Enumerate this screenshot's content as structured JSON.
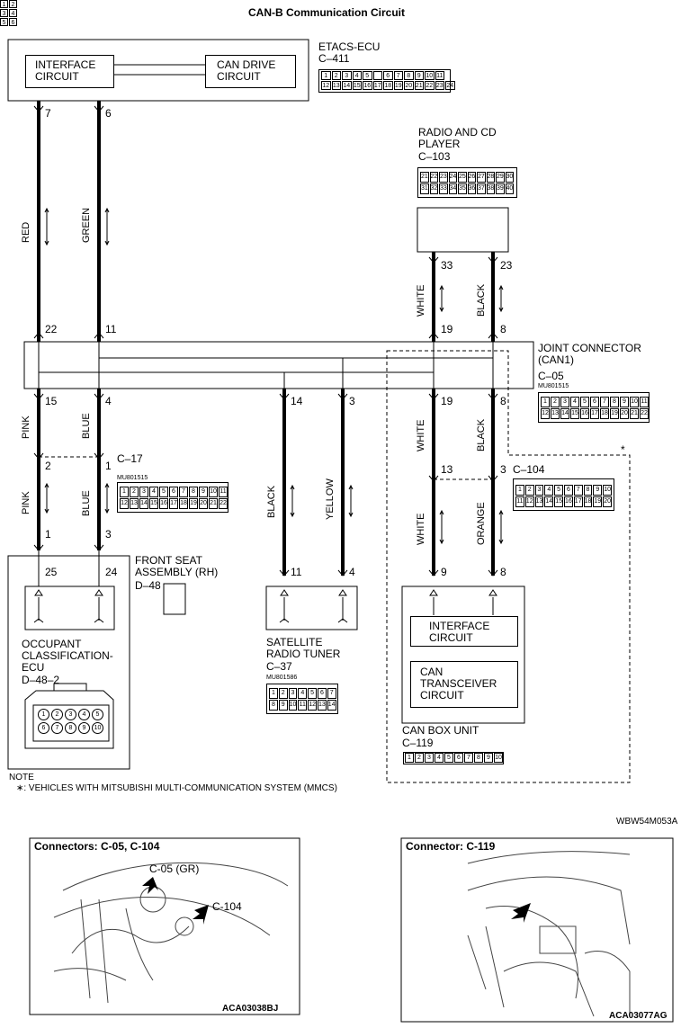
{
  "title": "CAN-B Communication Circuit",
  "etacs": {
    "name": "ETACS-ECU",
    "connector": "C–411",
    "interface": "INTERFACE CIRCUIT",
    "can_drive": "CAN DRIVE CIRCUIT",
    "pins_top": [
      "1",
      "2",
      "3",
      "4",
      "5",
      "",
      "6",
      "7",
      "8",
      "9",
      "10",
      "11"
    ],
    "pins_bottom": [
      "12",
      "13",
      "14",
      "15",
      "16",
      "17",
      "18",
      "19",
      "20",
      "21",
      "22",
      "23",
      "24"
    ]
  },
  "radio": {
    "name_line1": "RADIO AND CD",
    "name_line2": "PLAYER",
    "connector": "C–103",
    "pins_top": [
      "21",
      "22",
      "23",
      "24",
      "25",
      "26",
      "27",
      "28",
      "29",
      "30"
    ],
    "pins_bottom": [
      "31",
      "32",
      "33",
      "34",
      "35",
      "36",
      "37",
      "38",
      "39",
      "40"
    ]
  },
  "joint": {
    "line1": "JOINT CONNECTOR",
    "line2": "(CAN1)",
    "connector": "C–05",
    "part": "MU801515",
    "pins_top": [
      "1",
      "2",
      "3",
      "4",
      "5",
      "6",
      "7",
      "8",
      "9",
      "10",
      "11"
    ],
    "pins_bottom": [
      "12",
      "13",
      "14",
      "15",
      "16",
      "17",
      "18",
      "19",
      "20",
      "21",
      "22"
    ]
  },
  "c17": {
    "connector": "C–17",
    "part": "MU801515",
    "pins_top": [
      "1",
      "2",
      "3",
      "4",
      "5",
      "6",
      "7",
      "8",
      "9",
      "10",
      "11"
    ],
    "pins_bottom": [
      "12",
      "13",
      "14",
      "15",
      "16",
      "17",
      "18",
      "19",
      "20",
      "21",
      "22"
    ]
  },
  "c104": {
    "connector": "C–104",
    "pins_top": [
      "1",
      "2",
      "3",
      "4",
      "5",
      "6",
      "7",
      "8",
      "9",
      "10"
    ],
    "pins_bottom": [
      "11",
      "12",
      "13",
      "14",
      "15",
      "16",
      "17",
      "18",
      "19",
      "20"
    ]
  },
  "seat": {
    "line1": "FRONT SEAT",
    "line2": "ASSEMBLY (RH)",
    "connector": "D–48",
    "pins": [
      "1",
      "2",
      "3",
      "4",
      "5",
      "6"
    ]
  },
  "occupant": {
    "line1": "OCCUPANT",
    "line2": "CLASSIFICATION-",
    "line3": "ECU",
    "connector": "D–48–2",
    "pins_top": [
      "1",
      "2",
      "3",
      "4",
      "5"
    ],
    "pins_bottom": [
      "6",
      "7",
      "8",
      "9",
      "10"
    ]
  },
  "satellite": {
    "line1": "SATELLITE",
    "line2": "RADIO TUNER",
    "connector": "C–37",
    "part": "MU801586",
    "pins_top": [
      "1",
      "2",
      "3",
      "4",
      "5",
      "6",
      "7"
    ],
    "pins_bottom": [
      "8",
      "9",
      "10",
      "11",
      "12",
      "13",
      "14"
    ]
  },
  "canbox": {
    "name": "CAN BOX UNIT",
    "connector": "C–119",
    "interface": "INTERFACE CIRCUIT",
    "transceiver_l1": "CAN",
    "transceiver_l2": "TRANSCEIVER",
    "transceiver_l3": "CIRCUIT",
    "pins": [
      "1",
      "2",
      "3",
      "4",
      "5",
      "6",
      "7",
      "8",
      "9",
      "10"
    ]
  },
  "wires": {
    "pin7": "7",
    "pin6": "6",
    "red": "RED",
    "green": "GREEN",
    "pin22": "22",
    "pin11": "11",
    "pin33": "33",
    "pin23": "23",
    "white_r": "WHITE",
    "black_r": "BLACK",
    "pin19a": "19",
    "pin8a": "8",
    "pin15": "15",
    "pin4a": "4",
    "pin14": "14",
    "pin3a": "3",
    "pin19b": "19",
    "pin8b": "8",
    "pink1": "PINK",
    "blue1": "BLUE",
    "white2": "WHITE",
    "black2": "BLACK",
    "pin2": "2",
    "pin1a": "1",
    "pin13": "13",
    "pin3b": "3",
    "pink2": "PINK",
    "blue2": "BLUE",
    "black3": "BLACK",
    "yellow": "YELLOW",
    "white3": "WHITE",
    "orange": "ORANGE",
    "pin1b": "1",
    "pin3c": "3",
    "pin25": "25",
    "pin24": "24",
    "pin11b": "11",
    "pin4b": "4",
    "pin9": "9",
    "pin8c": "8",
    "star": "*"
  },
  "note": {
    "heading": "NOTE",
    "text": "∗: VEHICLES WITH MITSUBISHI MULTI-COMMUNICATION SYSTEM (MMCS)"
  },
  "figure_code": "WBW54M053A",
  "photo_left": {
    "title": "Connectors: C-05, C-104",
    "callout1": "C-05 (GR)",
    "callout2": "C-104",
    "code": "ACA03038BJ"
  },
  "photo_right": {
    "title": "Connector: C-119",
    "code": "ACA03077AG"
  }
}
